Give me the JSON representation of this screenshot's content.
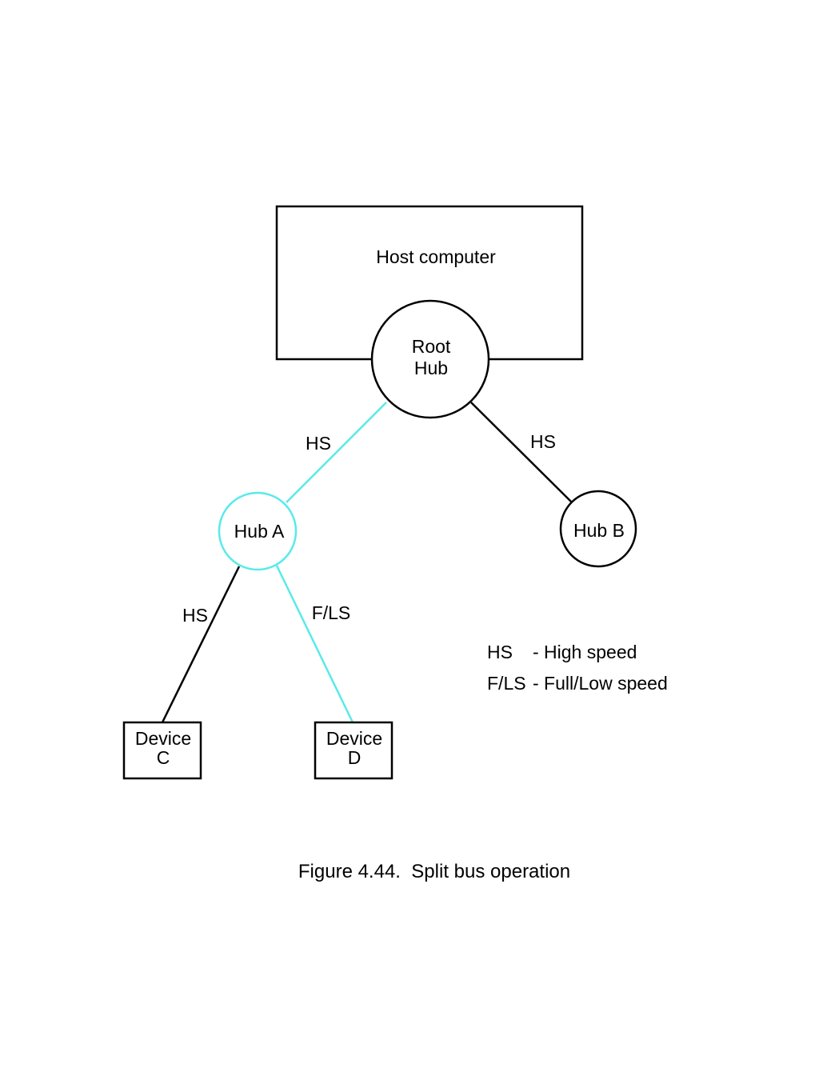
{
  "colors": {
    "highlight": "#59eaea",
    "stroke": "#000000"
  },
  "host": {
    "label": "Host computer"
  },
  "root_hub": {
    "line1": "Root",
    "line2": "Hub"
  },
  "hub_a": {
    "label": "Hub A"
  },
  "hub_b": {
    "label": "Hub B"
  },
  "device_c": {
    "line1": "Device",
    "line2": "C"
  },
  "device_d": {
    "line1": "Device",
    "line2": "D"
  },
  "links": {
    "root_to_hub_a": "HS",
    "root_to_hub_b": "HS",
    "hub_a_to_device_c": "HS",
    "hub_a_to_device_d": "F/LS"
  },
  "legend": {
    "hs_abbr": "HS",
    "hs_desc": "- High speed",
    "fls_abbr": "F/LS",
    "fls_desc": "- Full/Low speed"
  },
  "caption": "Figure 4.44.  Split bus operation"
}
